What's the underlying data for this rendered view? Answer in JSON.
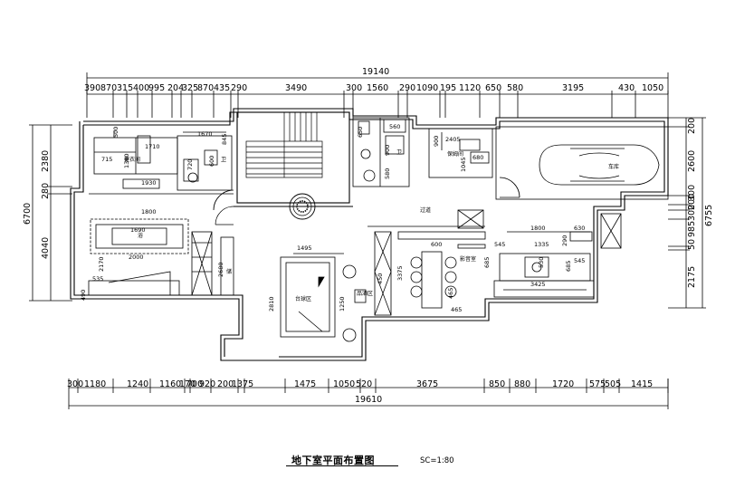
{
  "drawing": {
    "title": "地下室平面布置图",
    "scale": "SC=1:80"
  },
  "dims_top": {
    "total": "19140",
    "segments": [
      "390",
      "870",
      "315",
      "400",
      "995",
      "204",
      "325",
      "870",
      "435",
      "290",
      "3490",
      "300",
      "1560",
      "290",
      "1090",
      "195",
      "1120",
      "650",
      "580",
      "3195",
      "430",
      "1050"
    ]
  },
  "dims_bottom": {
    "total": "19610",
    "segments": [
      "300",
      "1180",
      "1240",
      "1160",
      "170",
      "700",
      "920",
      "200",
      "1375",
      "1475",
      "1050",
      "520",
      "3675",
      "850",
      "880",
      "1720",
      "575",
      "505",
      "1415"
    ]
  },
  "dims_left": {
    "total": "6700",
    "segments": [
      "2380",
      "280",
      "4040"
    ]
  },
  "dims_right": {
    "total": "6755",
    "segments": [
      "200",
      "2600",
      "300",
      "200",
      "300",
      "985",
      "50",
      "2175"
    ]
  },
  "rooms": {
    "changing_room": "更衣间",
    "nanny_room": "保姆间",
    "garage": "车库",
    "corridor": "过道",
    "billiards": "台球区",
    "wine_bar": "品酒区",
    "audio_room": "影音室",
    "toilet_a": "卫",
    "toilet_b": "卫",
    "bath": "浴",
    "storage": "储"
  },
  "interior_dims": {
    "d1710": "1710",
    "d1670": "1670",
    "d715": "715",
    "d1380": "1380",
    "d500": "500",
    "d1930": "1930",
    "d1800a": "1800",
    "d1690": "1690",
    "d2000": "2000",
    "d2170": "2170",
    "d535": "535",
    "d490": "490",
    "d2680": "2680",
    "d845": "845",
    "d720": "720",
    "d600a": "600",
    "d650": "650",
    "d560": "560",
    "d580": "580",
    "d900a": "900",
    "d900b": "900",
    "d2405": "2405",
    "d1045": "1045",
    "d680": "680",
    "d1495": "1495",
    "d2810": "2810",
    "d1250": "1250",
    "d3375": "3375",
    "d600b": "600",
    "d465a": "465",
    "d465b": "465",
    "d545a": "545",
    "d545b": "545",
    "d1335": "1335",
    "d685a": "685",
    "d685b": "685",
    "d1800b": "1800",
    "d630": "630",
    "d3425": "3425",
    "d290": "290",
    "d530": "530",
    "d450": "450"
  }
}
